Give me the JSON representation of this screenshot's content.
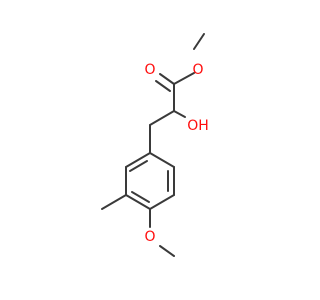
{
  "molecule": {
    "atoms": {
      "o_carbonyl": {
        "label": "O",
        "color": "#ff0d0d"
      },
      "o_ester": {
        "label": "O",
        "color": "#ff0d0d"
      },
      "o_hydroxyl": {
        "label": "OH",
        "color": "#ff0d0d"
      },
      "o_methoxy": {
        "label": "O",
        "color": "#ff0d0d"
      }
    },
    "bond_color": "#3a3a3a"
  }
}
